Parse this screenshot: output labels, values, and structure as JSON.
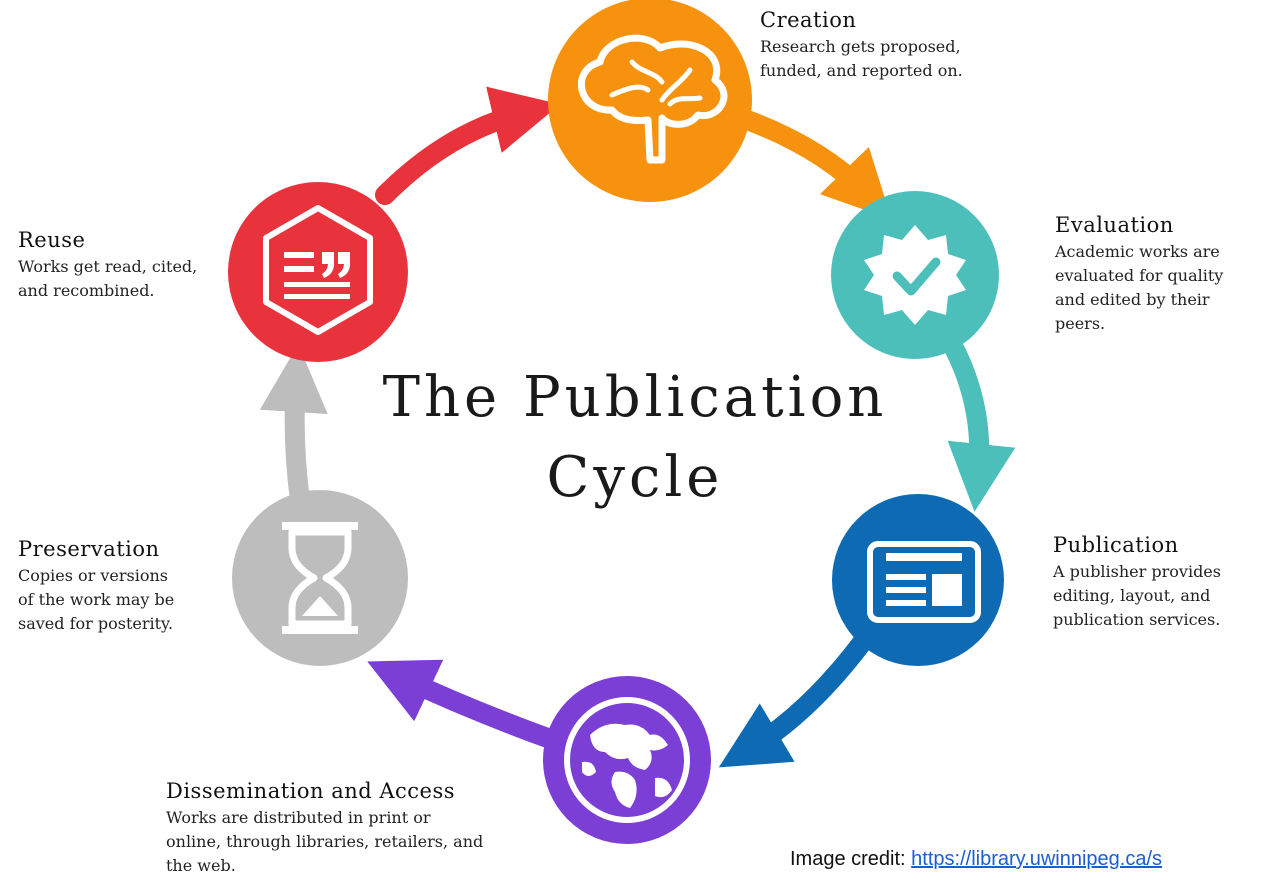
{
  "title": {
    "line1": "The Publication",
    "line2": "Cycle"
  },
  "stages": {
    "creation": {
      "title": "Creation",
      "desc": [
        "Research gets proposed,",
        "funded, and reported on."
      ],
      "icon": "brain-icon",
      "color": "#F7920F"
    },
    "evaluation": {
      "title": "Evaluation",
      "desc": [
        "Academic works are",
        "evaluated for quality",
        "and edited by their",
        "peers."
      ],
      "icon": "checkmark-badge-icon",
      "color": "#4DBFBA"
    },
    "publication": {
      "title": "Publication",
      "desc": [
        "A publisher provides",
        "editing, layout, and",
        "publication services."
      ],
      "icon": "newspaper-icon",
      "color": "#0D6AB3"
    },
    "dissemination": {
      "title": "Dissemination and Access",
      "desc": [
        "Works are distributed in print or",
        "online, through libraries, retailers, and",
        "the web."
      ],
      "icon": "globe-icon",
      "color": "#7B3FD6"
    },
    "preservation": {
      "title": "Preservation",
      "desc": [
        "Copies or versions",
        "of the work may be",
        "saved for posterity."
      ],
      "icon": "hourglass-icon",
      "color": "#BDBDBD"
    },
    "reuse": {
      "title": "Reuse",
      "desc": [
        "Works get read, cited,",
        "and recombined."
      ],
      "icon": "quote-document-icon",
      "color": "#E8323C"
    }
  },
  "credit": {
    "label": "Image credit: ",
    "link": "https://library.uwinnipeg.ca/s"
  }
}
